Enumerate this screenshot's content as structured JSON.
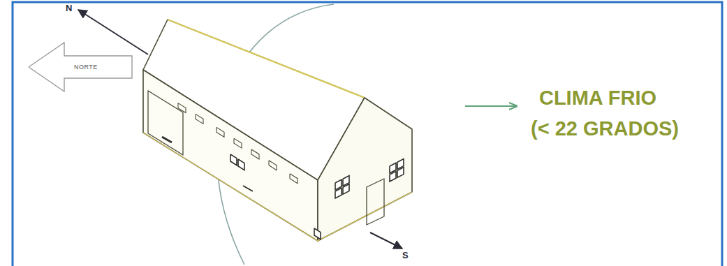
{
  "diagram": {
    "nodes": [
      {
        "text": [
          "NORTE"
        ]
      }
    ],
    "labels": [
      "N",
      "S",
      "CLIMA FRIO",
      "(< 22 GRADOS)"
    ]
  }
}
